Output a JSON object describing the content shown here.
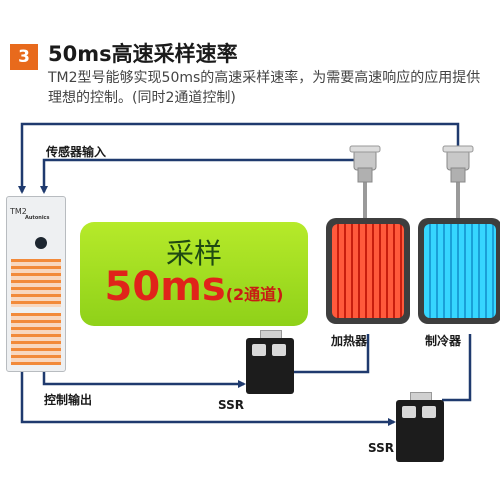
{
  "header": {
    "step_number": "3",
    "title": "50ms高速采样速率",
    "description": "TM2型号能够实现50ms的高速采样速率，为需要高速响应的应用提供理想的控制。(同时2通道控制)"
  },
  "diagram": {
    "sensor_input_label": "传感器输入",
    "control_output_label": "控制输出",
    "heater_label": "加热器",
    "cooler_label": "制冷器",
    "ssr_label_1": "SSR",
    "ssr_label_2": "SSR",
    "controller_model": "TM2",
    "controller_brand": "Autonics",
    "sampling_label": "采样",
    "sampling_value": "50ms",
    "sampling_note": "(2通道)"
  },
  "colors": {
    "accent": "#e86a1c",
    "line": "#1f3a6e",
    "highlight_green": "#9bdc1e",
    "value_red": "#e0231a",
    "heater_red": "#ff5a3c",
    "cooler_blue": "#36d6ff"
  }
}
